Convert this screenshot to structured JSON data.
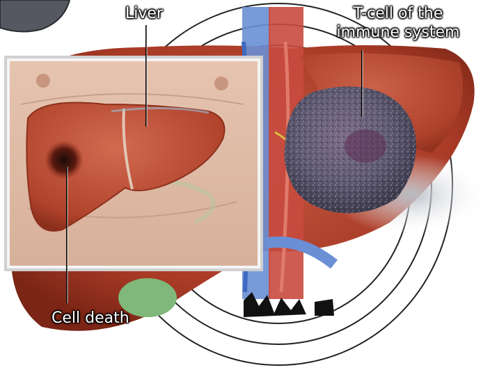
{
  "labels": {
    "liver": "Liver",
    "tcell_line1": "T-cell of the",
    "tcell_line2": "immune system",
    "cell_death": "Cell death"
  },
  "colors": {
    "liver": "#a83a26",
    "skin": "#d9b5a0",
    "tcell": "#5a5670",
    "vessel_blue": "#6a8fd4",
    "vessel_red": "#c84a3e",
    "gallbladder": "#7fb87a",
    "label_text": "#ffffff"
  }
}
